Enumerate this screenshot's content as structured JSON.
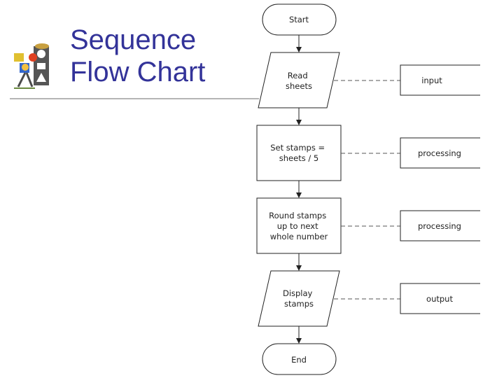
{
  "title": {
    "line1": "Sequence",
    "line2": "Flow Chart"
  },
  "icons": {
    "logo": "shapes-person-logo-icon"
  },
  "flowchart": {
    "nodes": [
      {
        "id": "start",
        "shape": "terminator",
        "lines": [
          "Start"
        ]
      },
      {
        "id": "read",
        "shape": "parallelogram",
        "lines": [
          "Read",
          "sheets"
        ]
      },
      {
        "id": "set",
        "shape": "rectangle",
        "lines": [
          "Set stamps =",
          "sheets / 5"
        ]
      },
      {
        "id": "round",
        "shape": "rectangle",
        "lines": [
          "Round stamps",
          "up to next",
          "whole number"
        ]
      },
      {
        "id": "display",
        "shape": "parallelogram",
        "lines": [
          "Display",
          "stamps"
        ]
      },
      {
        "id": "end",
        "shape": "terminator",
        "lines": [
          "End"
        ]
      }
    ],
    "annotations": [
      {
        "node": "read",
        "label": "input"
      },
      {
        "node": "set",
        "label": "processing"
      },
      {
        "node": "round",
        "label": "processing"
      },
      {
        "node": "display",
        "label": "output"
      }
    ]
  },
  "colors": {
    "title": "#333399",
    "stroke": "#222222",
    "dash": "#555555",
    "rule": "#b5b5b5"
  }
}
